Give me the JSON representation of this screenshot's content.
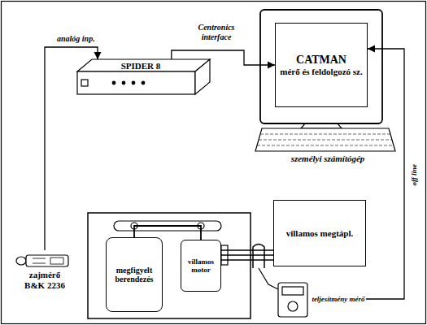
{
  "diagram": {
    "nodes": [
      {
        "text": [
          "SPIDER 8"
        ]
      },
      {
        "text": [
          "CATMAN",
          "mérő és feldolgozó sz."
        ]
      },
      {
        "text": [
          "megfigyelt berendezés"
        ]
      },
      {
        "text": [
          "villamos motor"
        ]
      },
      {
        "text": [
          "villamos megtápl."
        ]
      },
      {
        "text": [
          "teljesítmény mérő"
        ]
      },
      {
        "text": [
          "zajmérő B&K 2236"
        ]
      }
    ],
    "edges": [
      {
        "from": 6,
        "to": 0,
        "label": "analóg inp.",
        "arrow": "to"
      },
      {
        "from": 0,
        "to": 1,
        "label": "Centronics interface",
        "arrow": "to"
      },
      {
        "from": 5,
        "to": 1,
        "label": "off line",
        "arrow": "to"
      },
      {
        "from": 2,
        "to": 3,
        "arrow": "none"
      },
      {
        "from": 3,
        "to": 4,
        "arrow": "none"
      }
    ],
    "labels": [
      "személyi számítógép"
    ]
  }
}
